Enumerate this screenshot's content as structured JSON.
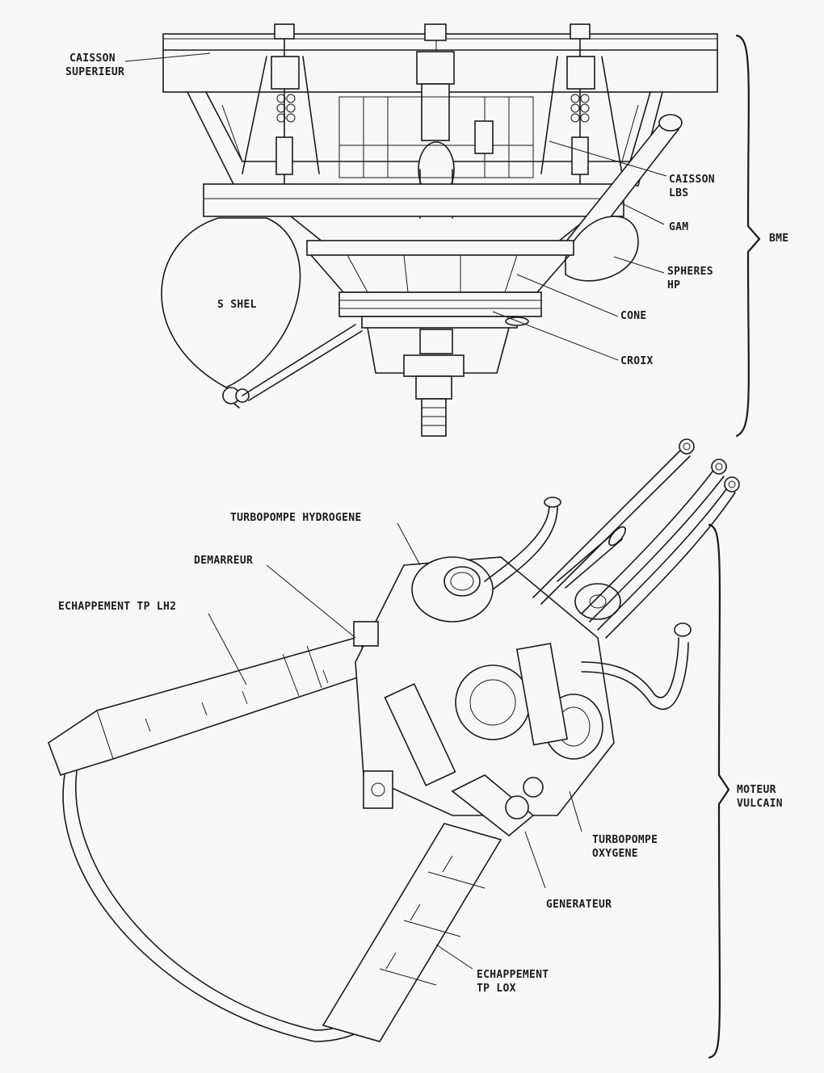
{
  "labels": {
    "caisson_superieur": [
      "CAISSON",
      "SUPERIEUR"
    ],
    "caisson_lbs": [
      "CAISSON",
      "LBS"
    ],
    "gam": "GAM",
    "spheres_hp": [
      "SPHERES",
      "HP"
    ],
    "s_shel": "S SHEL",
    "cone": "CONE",
    "croix": "CROIX",
    "bme": "BME",
    "turbopompe_hydrogene": "TURBOPOMPE HYDROGENE",
    "demarreur": "DEMARREUR",
    "echappement_tp_lh2": "ECHAPPEMENT TP LH2",
    "moteur_vulcain": [
      "MOTEUR",
      "VULCAIN"
    ],
    "turbopompe_oxygene": [
      "TURBOPOMPE",
      "OXYGENE"
    ],
    "generateur": "GENERATEUR",
    "echappement_tp_lox": [
      "ECHAPPEMENT",
      "TP LOX"
    ]
  },
  "colors": {
    "ink": "#1a1a1a",
    "paper": "#f7f7f7"
  }
}
